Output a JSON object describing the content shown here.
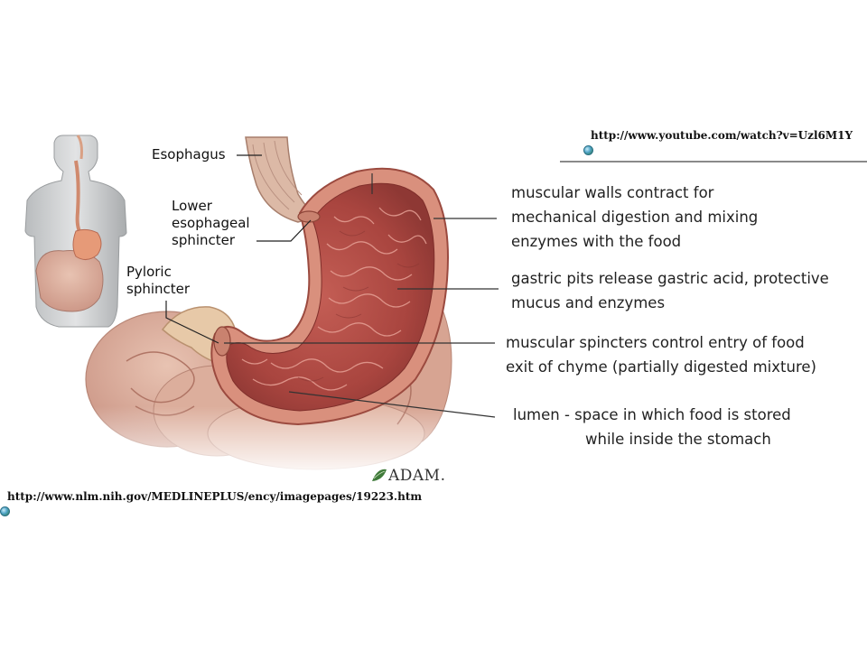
{
  "labels": {
    "esophagus": "Esophagus",
    "lower_esophageal_sphincter": [
      "Lower",
      "esophageal",
      "sphincter"
    ],
    "pyloric_sphincter": [
      "Pyloric",
      "sphincter"
    ]
  },
  "annotations": [
    {
      "lines": [
        "muscular walls contract for",
        "mechanical digestion and mixing",
        "enzymes with the food"
      ]
    },
    {
      "lines": [
        "gastric pits release gastric acid, protective",
        "mucus and enzymes"
      ]
    },
    {
      "lines": [
        "muscular spincters control entry of food",
        "exit of chyme (partially digested mixture)"
      ]
    },
    {
      "lines": [
        "lumen - space in which food is stored",
        "while inside the stomach"
      ]
    }
  ],
  "credits": {
    "adam_logo": "ADAM.",
    "image_source_url": "http://www.nlm.nih.gov/MEDLINEPLUS/ency/imagepages/19223.htm",
    "video_url": "http://www.youtube.com/watch?v=Uzl6M1Y"
  },
  "colors": {
    "stomach_lining": "#b9544c",
    "stomach_wall": "#d98a7a",
    "background": "#ffffff"
  },
  "icons": [
    "globe-icon",
    "adam-leaf-icon"
  ]
}
